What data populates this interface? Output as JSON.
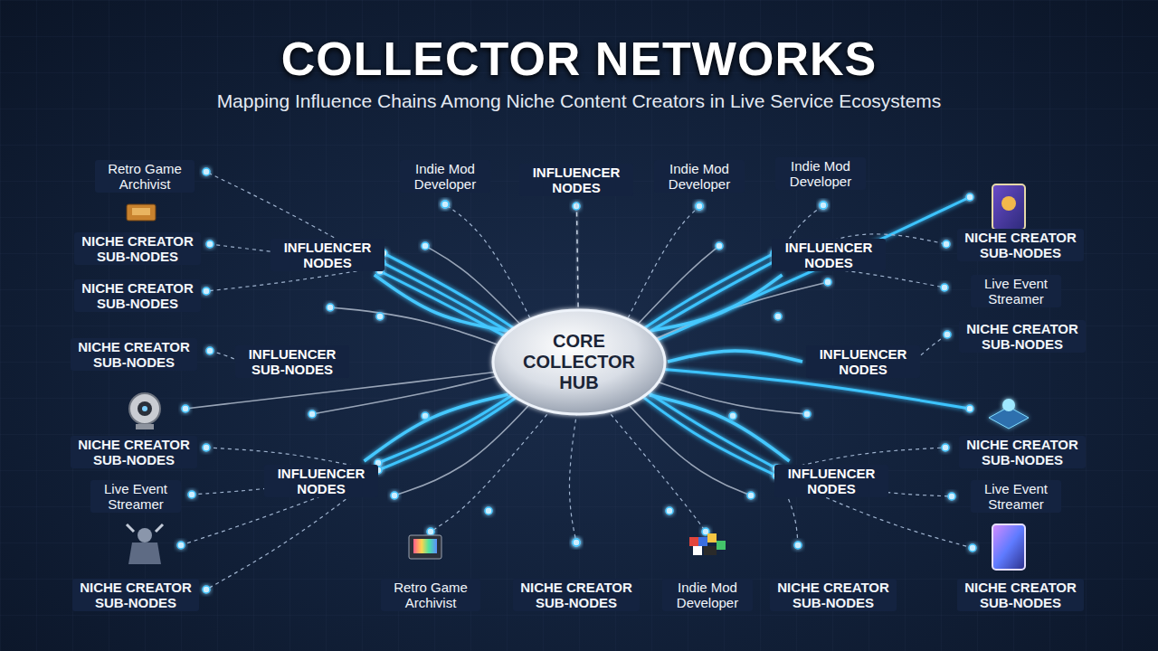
{
  "diagram": {
    "title": "COLLECTOR NETWORKS",
    "nodes": [
      {
        "text": [
          "INFLUENCER NODES"
        ]
      },
      {
        "text": [
          "INFLUENCER NODES"
        ]
      },
      {
        "text": [
          "INFLUENCER NODES"
        ]
      },
      {
        "text": [
          "INFLUENCER SUB-NODES"
        ]
      },
      {
        "text": [
          "CORE COLLECTOR HUB"
        ]
      },
      {
        "text": [
          "INFLUENCER NODES"
        ]
      },
      {
        "text": [
          "INFLUENCER NODES"
        ]
      },
      {
        "text": [
          "INFLUENCER NODES"
        ]
      }
    ],
    "edges": [
      {
        "from": 4,
        "to": 0,
        "arrow": "none"
      },
      {
        "from": 4,
        "to": 1,
        "arrow": "none"
      },
      {
        "from": 4,
        "to": 2,
        "arrow": "none"
      },
      {
        "from": 4,
        "to": 3,
        "arrow": "none"
      },
      {
        "from": 4,
        "to": 5,
        "arrow": "none"
      },
      {
        "from": 4,
        "to": 6,
        "arrow": "none"
      },
      {
        "from": 4,
        "to": 7,
        "arrow": "none"
      }
    ],
    "labels": [
      "Mapping Influence Chains Among Niche Content Creators in Live Service Ecosystems",
      "Retro Game Archivist",
      "NICHE CREATOR SUB-NODES",
      "NICHE CREATOR SUB-NODES",
      "NICHE CREATOR SUB-NODES",
      "NICHE CREATOR SUB-NODES",
      "Live Event Streamer",
      "NICHE CREATOR SUB-NODES",
      "Indie Mod Developer",
      "Indie Mod Developer",
      "Indie Mod Developer",
      "NICHE CREATOR SUB-NODES",
      "Live Event Streamer",
      "NICHE CREATOR SUB-NODES",
      "NICHE CREATOR SUB-NODES",
      "Live Event Streamer",
      "Retro Game Archivist",
      "NICHE CREATOR SUB-NODES",
      "Indie Mod Developer",
      "NICHE CREATOR SUB-NODES",
      "NICHE CREATOR SUB-NODES"
    ]
  }
}
